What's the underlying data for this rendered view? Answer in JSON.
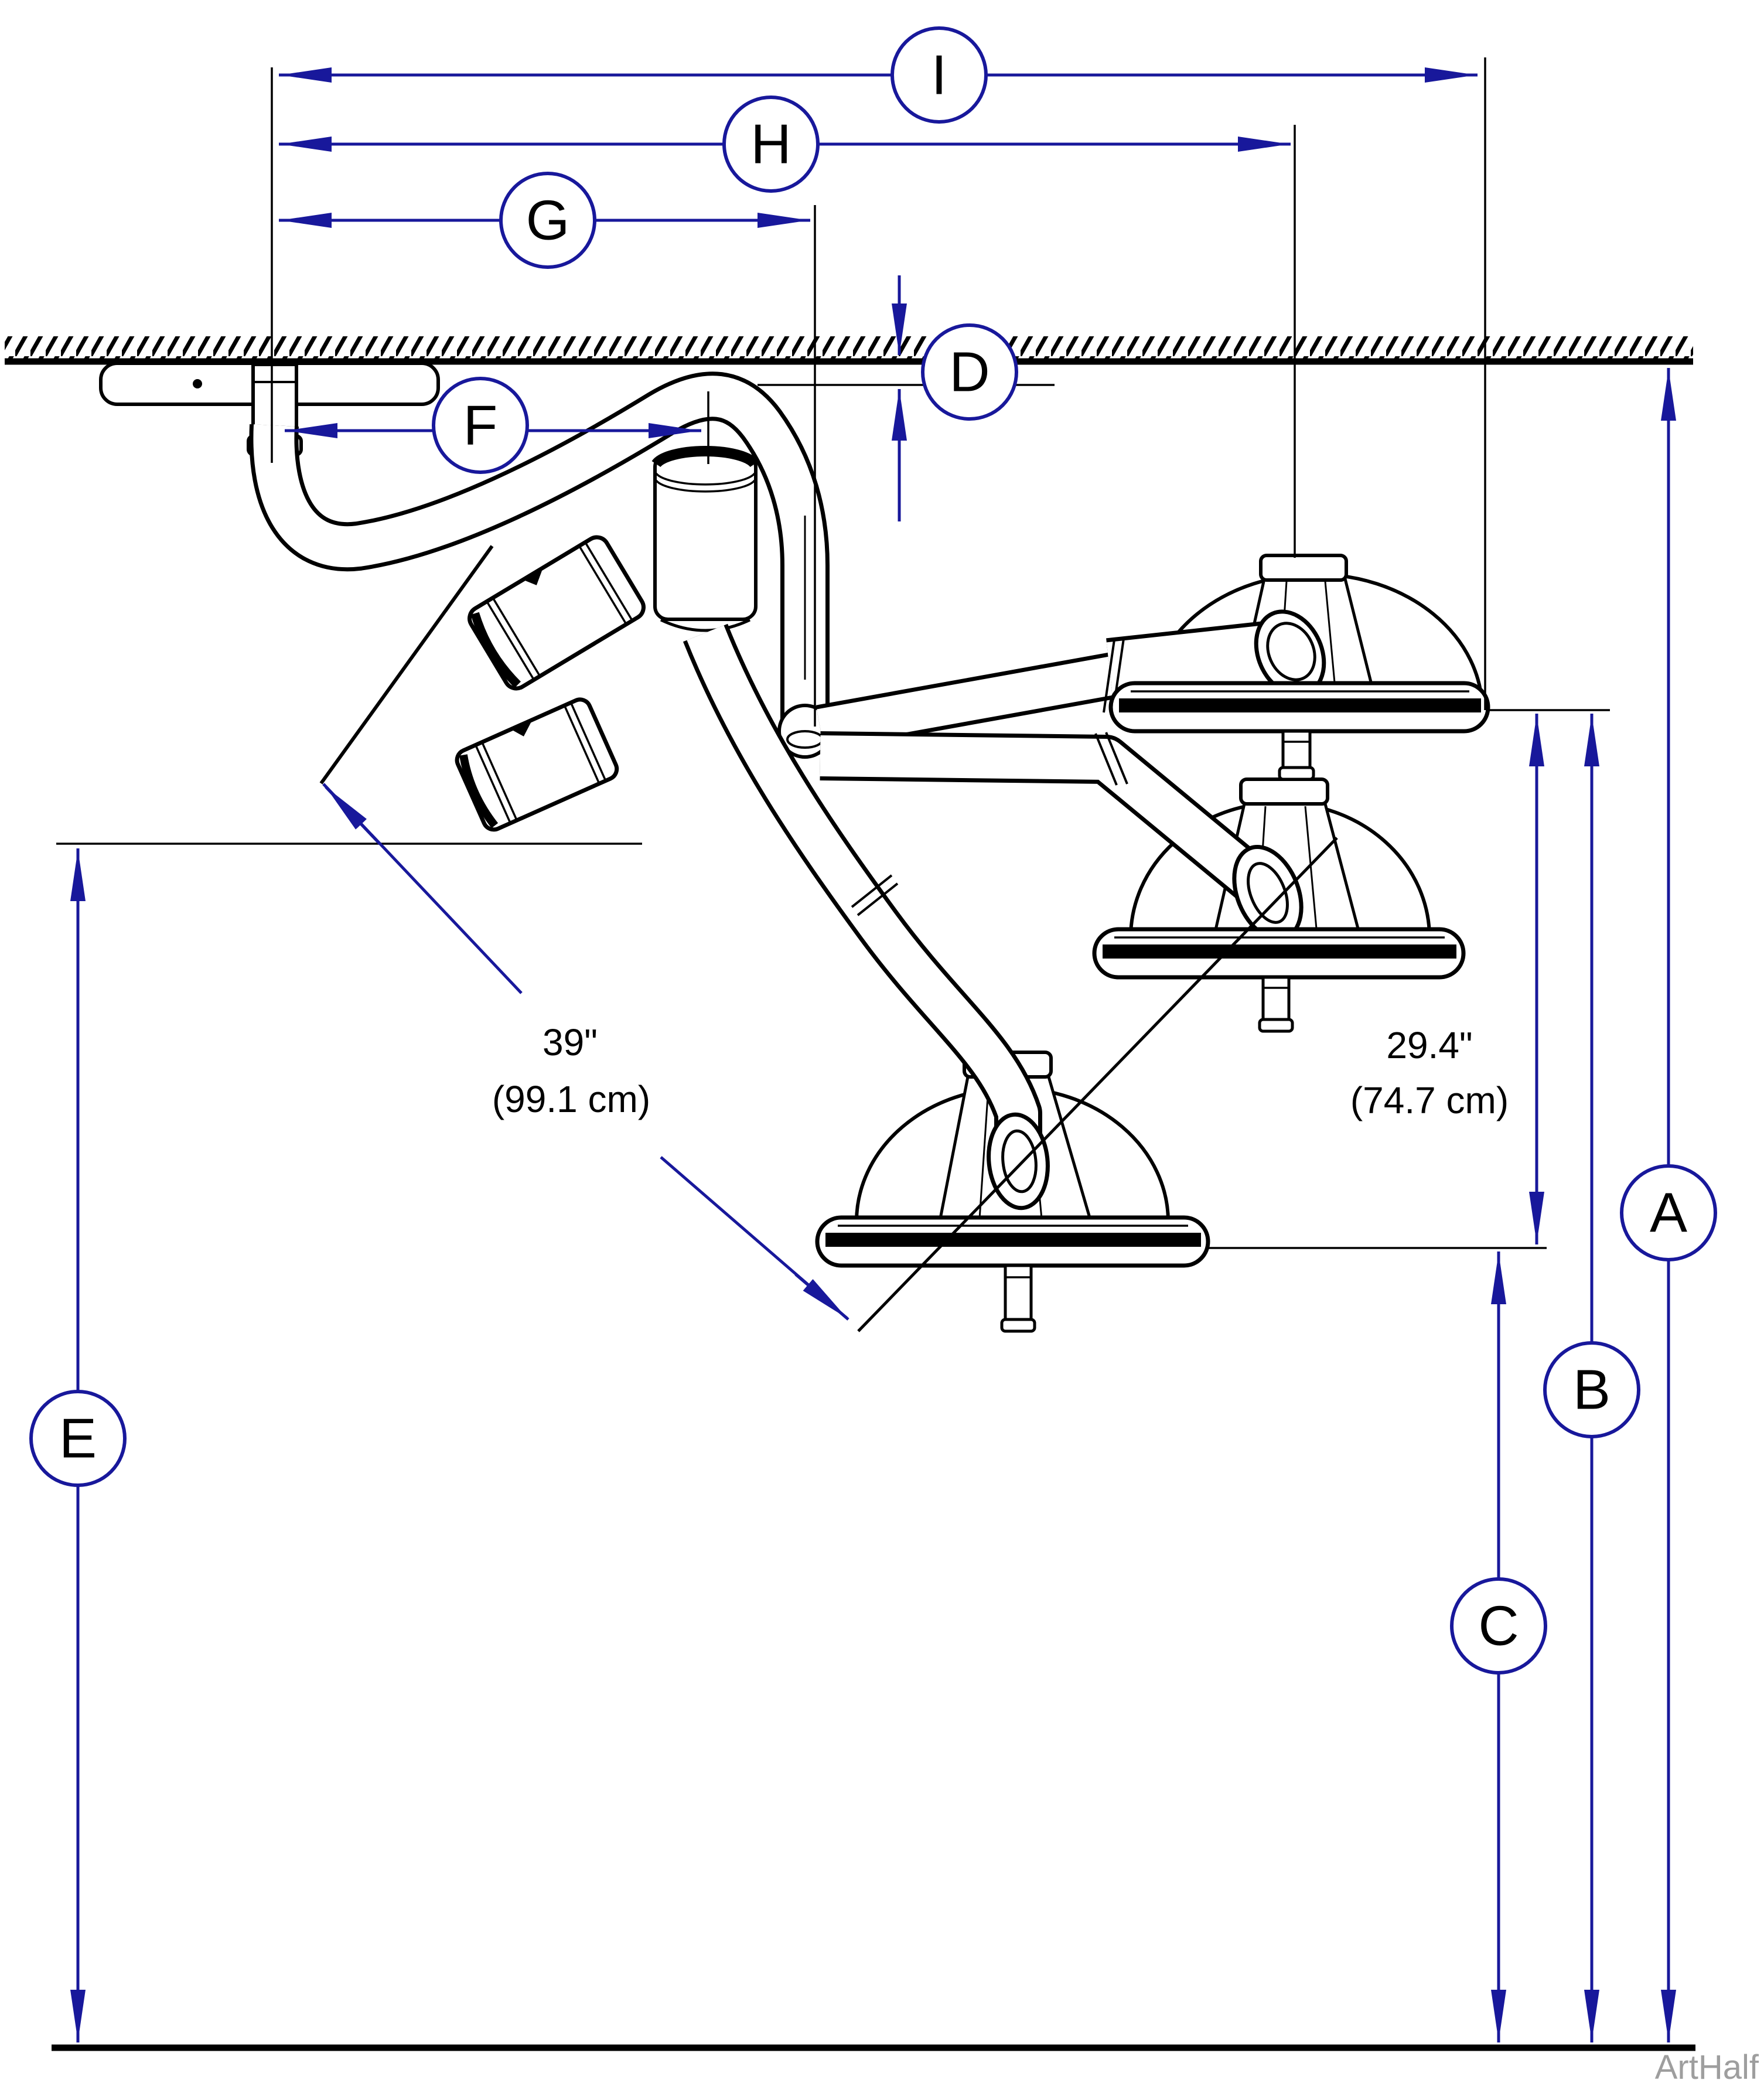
{
  "diagram": {
    "type": "ceiling-mount light dimensional drawing",
    "dimension_labels": {
      "a": "A",
      "b": "B",
      "c": "C",
      "d": "D",
      "e": "E",
      "f": "F",
      "g": "G",
      "h": "H",
      "i": "I"
    },
    "measurements": {
      "diagonal_reach": {
        "inches": "39\"",
        "cm": "(99.1 cm)"
      },
      "vertical_travel": {
        "inches": "29.4\"",
        "cm": "(74.7 cm)"
      }
    },
    "watermark": "ArtHalf",
    "colors": {
      "dimension_blue": "#18189b",
      "drawing_black": "#000000",
      "watermark_gray": "#9e9e9e"
    }
  }
}
